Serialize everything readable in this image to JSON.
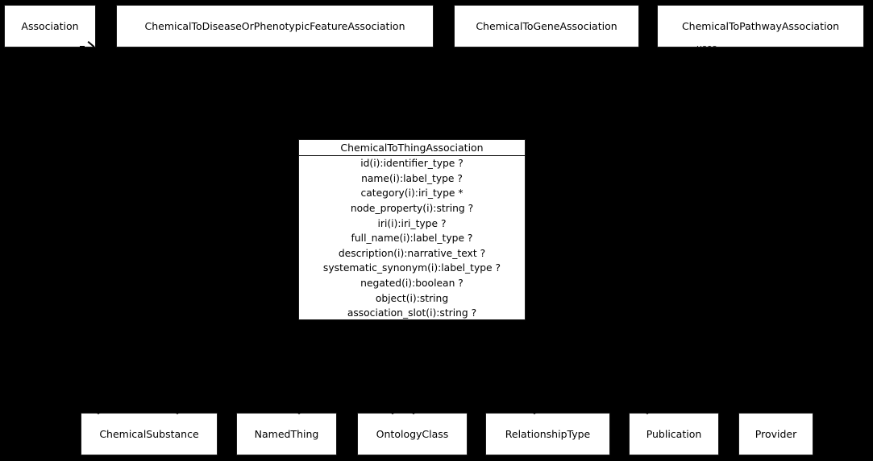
{
  "colors": {
    "background": "#000000",
    "box_fill": "#ffffff",
    "box_border": "#000000",
    "text": "#000000"
  },
  "top_row": {
    "boxes": [
      {
        "label": "Association"
      },
      {
        "label": "ChemicalToDiseaseOrPhenotypicFeatureAssociation"
      },
      {
        "label": "ChemicalToGeneAssociation"
      },
      {
        "label": "ChemicalToPathwayAssociation"
      }
    ]
  },
  "center_box": {
    "title": "ChemicalToThingAssociation",
    "attributes": [
      "id(i):identifier_type ?",
      "name(i):label_type ?",
      "category(i):iri_type *",
      "node_property(i):string ?",
      "iri(i):iri_type ?",
      "full_name(i):label_type ?",
      "description(i):narrative_text ?",
      "systematic_synonym(i):label_type ?",
      "negated(i):boolean ?",
      "object(i):string",
      "association_slot(i):string ?"
    ]
  },
  "bottom_row": {
    "boxes": [
      {
        "label": "ChemicalSubstance"
      },
      {
        "label": "NamedThing"
      },
      {
        "label": "OntologyClass"
      },
      {
        "label": "RelationshipType"
      },
      {
        "label": "Publication"
      },
      {
        "label": "Provider"
      }
    ]
  },
  "edge_labels": {
    "uses": "uses"
  }
}
